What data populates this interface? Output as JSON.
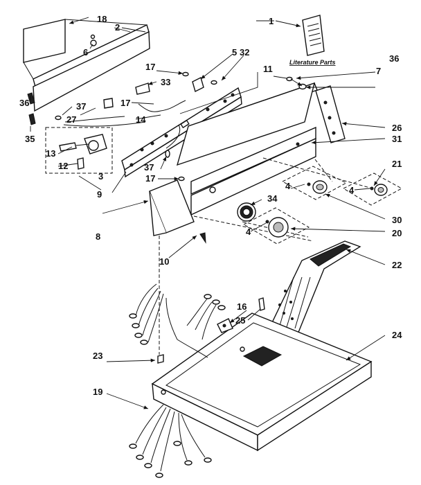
{
  "diagram": {
    "literature_parts_label": "Literature Parts",
    "callouts": {
      "c1": "1",
      "c2": "2",
      "c3": "3",
      "c4a": "4",
      "c4b": "4",
      "c4c": "4",
      "c5": "5",
      "c6": "6",
      "c7": "7",
      "c8": "8",
      "c9": "9",
      "c10": "10",
      "c11": "11",
      "c12": "12",
      "c13": "13",
      "c14": "14",
      "c16": "16",
      "c17a": "17",
      "c17b": "17",
      "c17c": "17",
      "c18": "18",
      "c19": "19",
      "c20": "20",
      "c21": "21",
      "c22": "22",
      "c23": "23",
      "c24": "24",
      "c25": "25",
      "c26": "26",
      "c27": "27",
      "c30": "30",
      "c31": "31",
      "c32": "32",
      "c33": "33",
      "c34": "34",
      "c35": "35",
      "c36a": "36",
      "c36b": "36",
      "c37a": "37",
      "c37b": "37"
    }
  }
}
